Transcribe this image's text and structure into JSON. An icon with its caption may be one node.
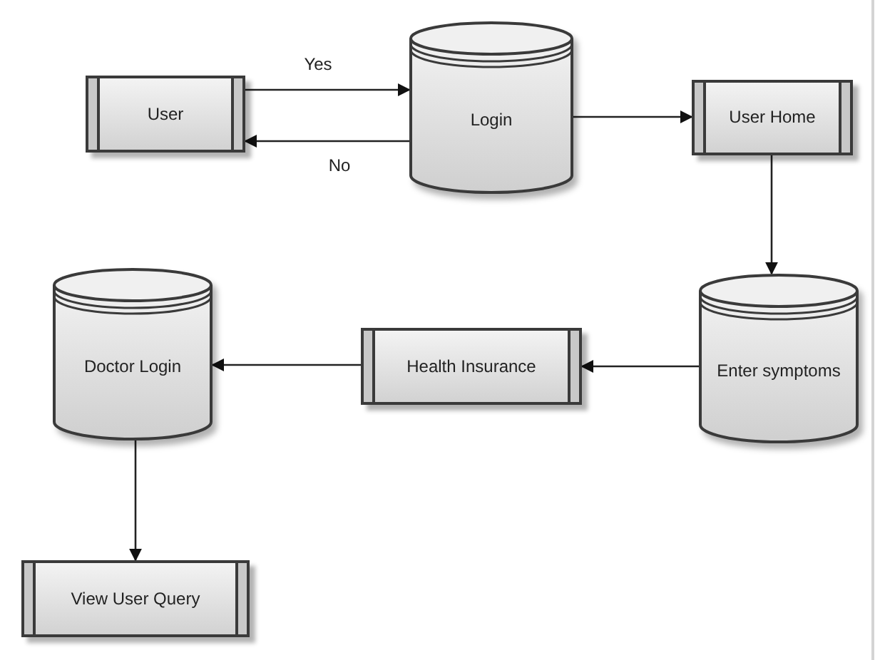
{
  "diagram": {
    "nodes": [
      {
        "text": [
          "User"
        ]
      },
      {
        "text": [
          "Login"
        ]
      },
      {
        "text": [
          "User Home"
        ]
      },
      {
        "text": [
          "Enter symptoms"
        ]
      },
      {
        "text": [
          "Health Insurance"
        ]
      },
      {
        "text": [
          "Doctor Login"
        ]
      },
      {
        "text": [
          "View User Query"
        ]
      }
    ],
    "edges": [
      {
        "from": 0,
        "to": 1,
        "arrow": "to",
        "label": "Yes"
      },
      {
        "from": 1,
        "to": 0,
        "arrow": "to",
        "label": "No"
      },
      {
        "from": 1,
        "to": 2,
        "arrow": "to"
      },
      {
        "from": 2,
        "to": 3,
        "arrow": "to"
      },
      {
        "from": 3,
        "to": 4,
        "arrow": "to"
      },
      {
        "from": 4,
        "to": 5,
        "arrow": "to"
      },
      {
        "from": 5,
        "to": 6,
        "arrow": "to"
      }
    ]
  }
}
